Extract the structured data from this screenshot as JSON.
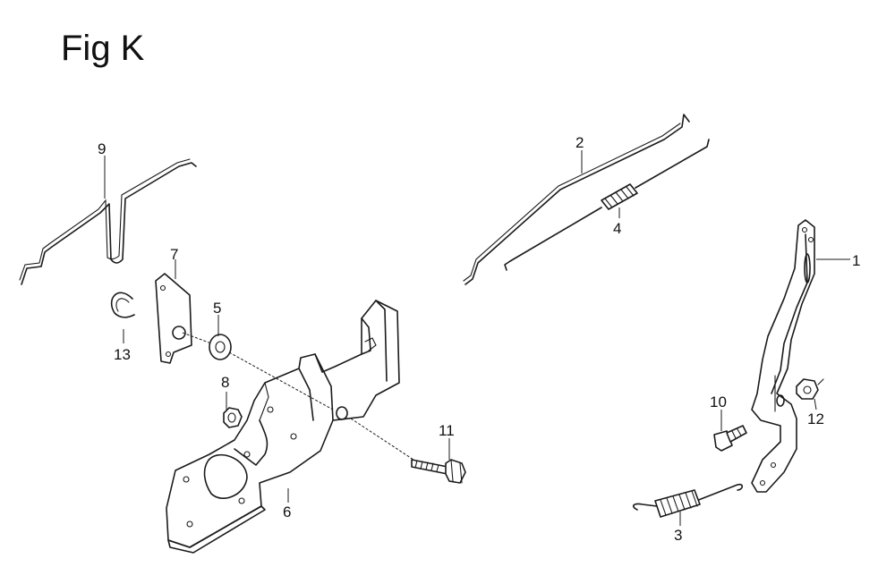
{
  "figure": {
    "title": "Fig K"
  },
  "callouts": [
    {
      "id": "1",
      "label": "1"
    },
    {
      "id": "2",
      "label": "2"
    },
    {
      "id": "3",
      "label": "3"
    },
    {
      "id": "4",
      "label": "4"
    },
    {
      "id": "5",
      "label": "5"
    },
    {
      "id": "6",
      "label": "6"
    },
    {
      "id": "7",
      "label": "7"
    },
    {
      "id": "8",
      "label": "8"
    },
    {
      "id": "9",
      "label": "9"
    },
    {
      "id": "10",
      "label": "10"
    },
    {
      "id": "11",
      "label": "11"
    },
    {
      "id": "12",
      "label": "12"
    },
    {
      "id": "13",
      "label": "13"
    }
  ]
}
